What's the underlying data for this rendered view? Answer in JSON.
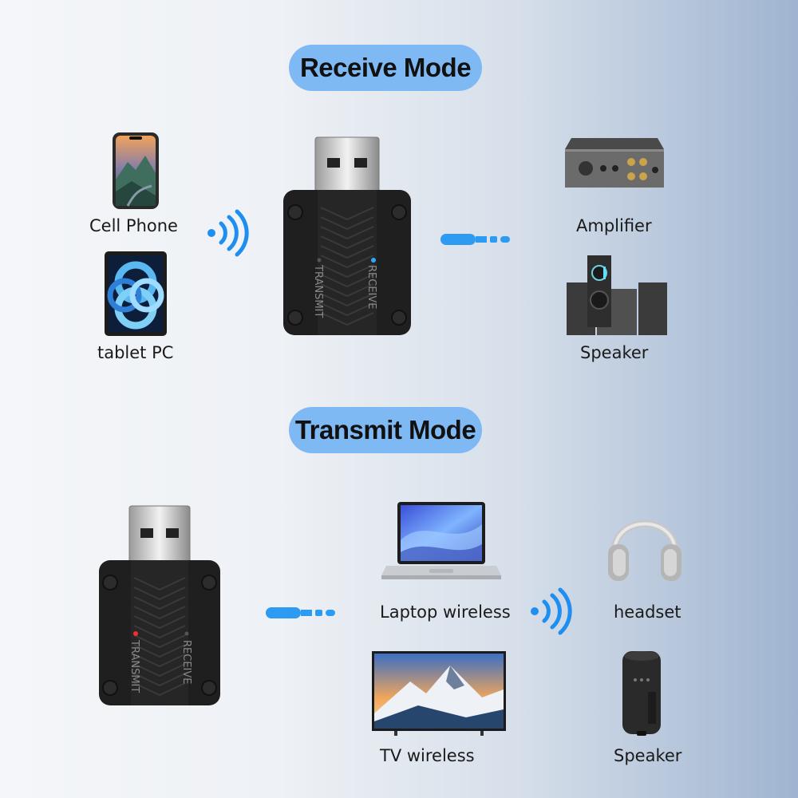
{
  "receive_mode": {
    "title": "Receive Mode",
    "sources": [
      {
        "label": "Cell Phone",
        "icon": "cell-phone-icon"
      },
      {
        "label": "tablet PC",
        "icon": "tablet-icon"
      }
    ],
    "outputs": [
      {
        "label": "Amplifier",
        "icon": "amplifier-icon"
      },
      {
        "label": "Speaker",
        "icon": "speaker-system-icon"
      }
    ],
    "device_labels": {
      "left": "TRANSMIT",
      "right": "RECEIVE"
    }
  },
  "transmit_mode": {
    "title": "Transmit Mode",
    "sources": [
      {
        "label": "Laptop wireless",
        "icon": "laptop-icon"
      },
      {
        "label": "TV wireless",
        "icon": "tv-icon"
      }
    ],
    "outputs": [
      {
        "label": "headset",
        "icon": "headset-icon"
      },
      {
        "label": "Speaker",
        "icon": "bluetooth-speaker-icon"
      }
    ],
    "device_labels": {
      "left": "TRANSMIT",
      "right": "RECEIVE"
    }
  },
  "colors": {
    "accent": "#7fb9f4",
    "wave_blue": "#1e8ef0",
    "device_body": "#1f1f1f"
  }
}
